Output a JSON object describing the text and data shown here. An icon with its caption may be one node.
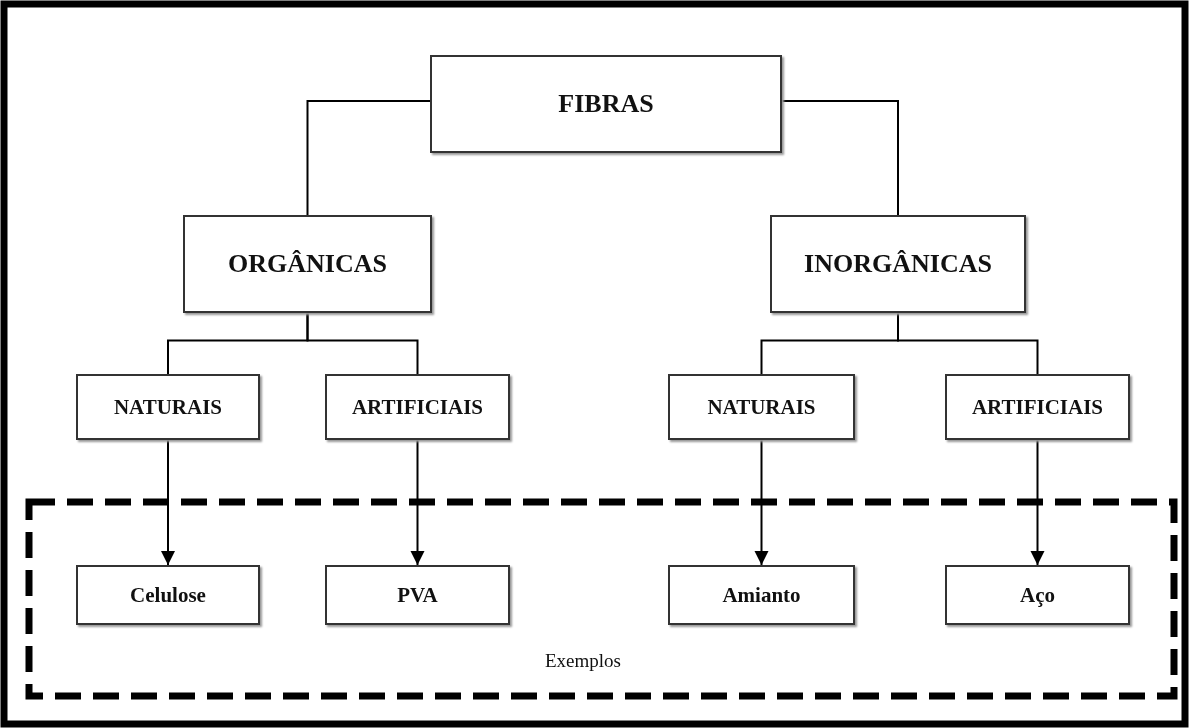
{
  "diagram": {
    "nodes": [
      {
        "text": [
          "FIBRAS"
        ]
      },
      {
        "text": [
          "ORGÂNICAS"
        ]
      },
      {
        "text": [
          "INORGÂNICAS"
        ]
      },
      {
        "text": [
          "NATURAIS"
        ]
      },
      {
        "text": [
          "ARTIFICIAIS"
        ]
      },
      {
        "text": [
          "NATURAIS"
        ]
      },
      {
        "text": [
          "ARTIFICIAIS"
        ]
      },
      {
        "text": [
          "Exemplos"
        ]
      },
      {
        "text": [
          "Celulose"
        ],
        "in": 7
      },
      {
        "text": [
          "PVA"
        ],
        "in": 7
      },
      {
        "text": [
          "Amianto"
        ],
        "in": 7
      },
      {
        "text": [
          "Aço"
        ],
        "in": 7
      }
    ],
    "edges": [
      {
        "from": 0,
        "to": 1,
        "arrow": "none"
      },
      {
        "from": 0,
        "to": 2,
        "arrow": "none"
      },
      {
        "from": 1,
        "to": 3,
        "arrow": "none"
      },
      {
        "from": 1,
        "to": 4,
        "arrow": "none"
      },
      {
        "from": 2,
        "to": 5,
        "arrow": "none"
      },
      {
        "from": 2,
        "to": 6,
        "arrow": "none"
      },
      {
        "from": 3,
        "to": 8,
        "arrow": "to"
      },
      {
        "from": 4,
        "to": 9,
        "arrow": "to"
      },
      {
        "from": 5,
        "to": 10,
        "arrow": "to"
      },
      {
        "from": 6,
        "to": 11,
        "arrow": "to"
      }
    ]
  }
}
